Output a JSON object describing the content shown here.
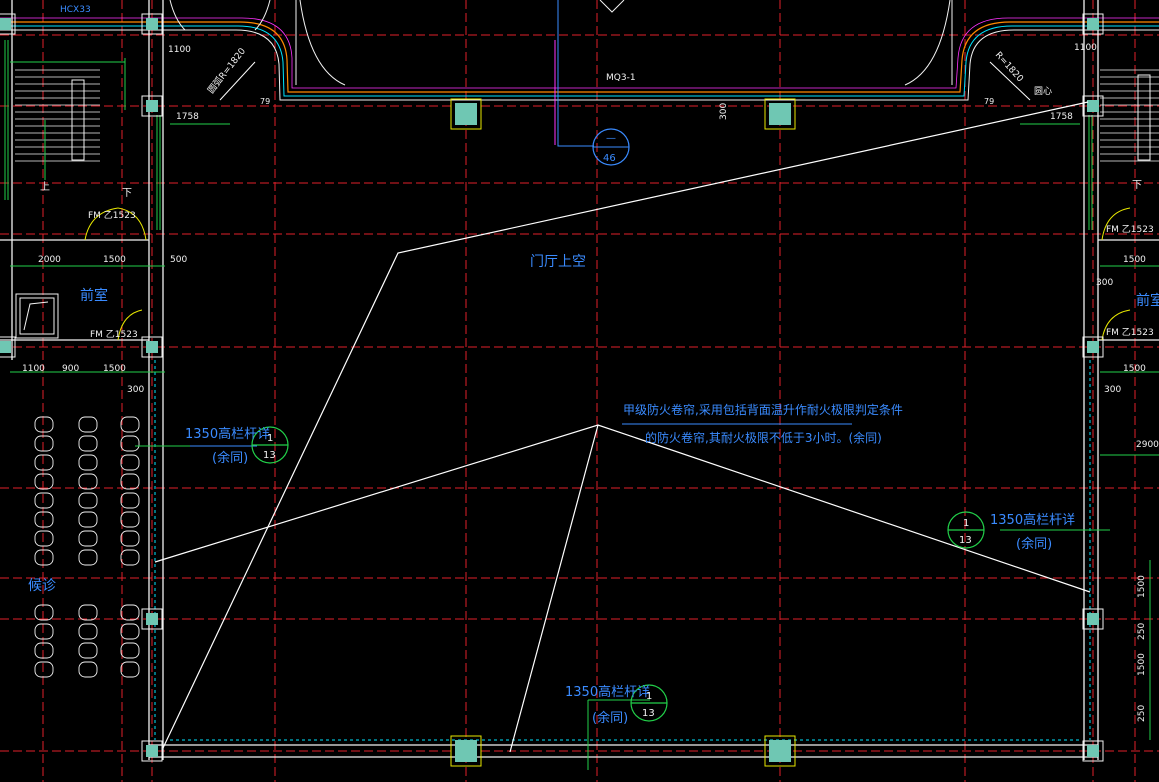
{
  "colors": {
    "background": "#000000",
    "axis_line": "#e0202a",
    "wall": "#f2f2f2",
    "annotation": "#3a8bff",
    "dimension": "#ffffff",
    "green": "#22d04a",
    "yellow": "#e8e800",
    "cyan": "#00e5ff",
    "magenta": "#ff33ff",
    "column_fill": "#6fc7b3"
  },
  "labels": {
    "top_left_code": "HCX33",
    "door_code": "MQ3-1",
    "hall_void": "门厅上空",
    "anteroom_left": "前室",
    "anteroom_right": "前室",
    "waiting_area": "候诊",
    "up_left": "上",
    "down_left": "下",
    "down_right": "下",
    "fm_left_1": "FM 乙1523",
    "fm_left_2": "FM 乙1523",
    "fm_right_1": "FM 乙1523",
    "fm_right_2": "FM 乙1523",
    "radius_left": "圆弧R=1820",
    "radius_right": "R=1820",
    "radius_right_tail": "圆心",
    "fire_shutter_line1": "甲级防火卷帘,采用包括背面温升作耐火极限判定条件",
    "fire_shutter_line2": "的防火卷帘,其耐火极限不低于3小时。(余同)",
    "railing_1": "1350高栏杆详",
    "railing_1_sub": "(余同)",
    "railing_2": "1350高栏杆详",
    "railing_2_sub": "(余同)",
    "railing_3": "1350高栏杆详",
    "railing_3_sub": "(余同)"
  },
  "callouts": {
    "detail_46_top": "—",
    "detail_46_bottom": "46",
    "detail_13a_top": "1",
    "detail_13a_bottom": "13",
    "detail_13b_top": "1",
    "detail_13b_bottom": "13",
    "detail_13c_top": "1",
    "detail_13c_bottom": "13"
  },
  "dimensions": {
    "d1100_left": "1100",
    "d1758_left": "1758",
    "d2000": "2000",
    "d1500_a": "1500",
    "d500": "500",
    "d1100_b": "1100",
    "d900": "900",
    "d1500_b": "1500",
    "d300_left": "300",
    "d300_top": "300",
    "d79_left": "79",
    "d79_right": "79",
    "d1100_right": "1100",
    "d1758_right": "1758",
    "d1500_r1": "1500",
    "d300_r1": "300",
    "d1500_r2": "1500",
    "d300_r2": "300",
    "d2900": "2900",
    "v1500_a": "1500",
    "v250_a": "250",
    "v1500_b": "1500",
    "v250_b": "250"
  }
}
